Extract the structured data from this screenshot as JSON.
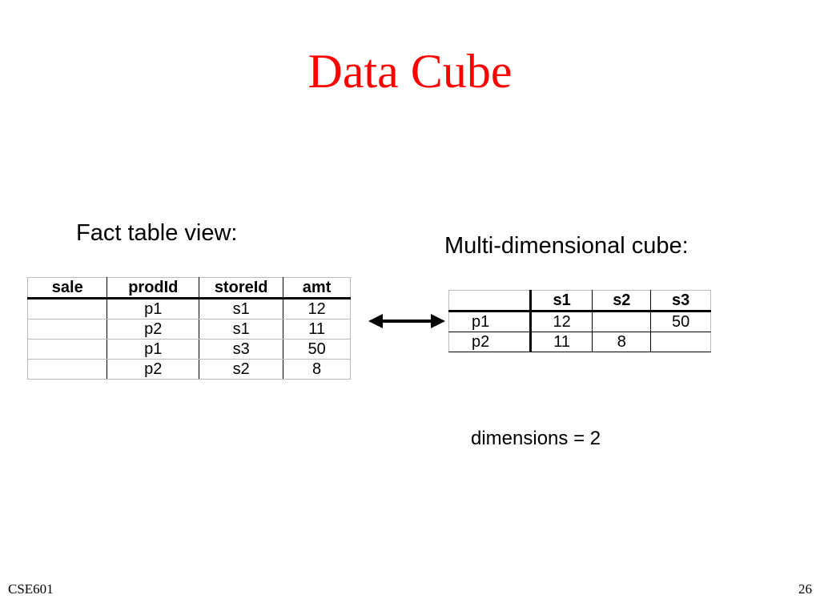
{
  "title": "Data Cube",
  "fact_label": "Fact table view:",
  "cube_label": "Multi-dimensional cube:",
  "dimensions_label": "dimensions = 2",
  "fact_table": {
    "headers": [
      "sale",
      "prodId",
      "storeId",
      "amt"
    ],
    "rows": [
      [
        "",
        "p1",
        "s1",
        "12"
      ],
      [
        "",
        "p2",
        "s1",
        "11"
      ],
      [
        "",
        "p1",
        "s3",
        "50"
      ],
      [
        "",
        "p2",
        "s2",
        "8"
      ]
    ]
  },
  "cube_table": {
    "headers": [
      "",
      "s1",
      "s2",
      "s3"
    ],
    "rows": [
      [
        "p1",
        "12",
        "",
        "50"
      ],
      [
        "p2",
        "11",
        "8",
        ""
      ]
    ]
  },
  "footer": {
    "course": "CSE601",
    "page": "26"
  },
  "colors": {
    "title": "#ff0000"
  }
}
